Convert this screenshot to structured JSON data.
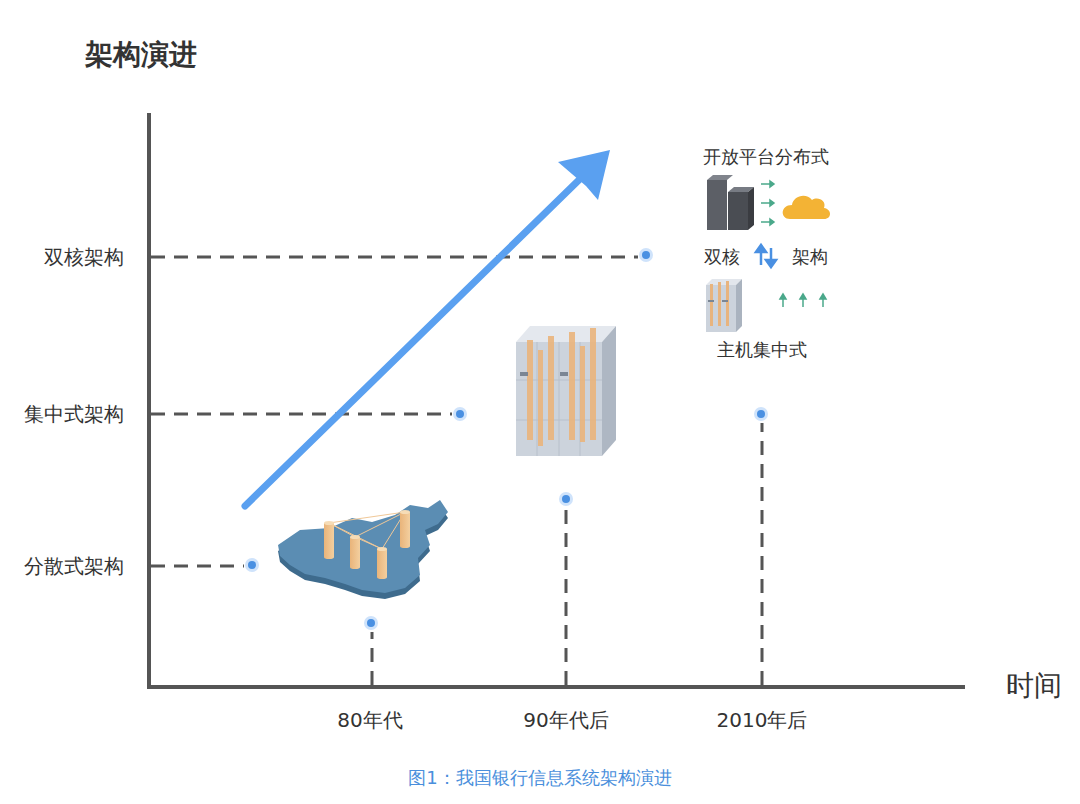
{
  "diagram": {
    "title": "架构演进",
    "caption": "图1：我国银行信息系统架构演进",
    "labels": [
      "双核架构",
      "集中式架构",
      "分散式架构",
      "80年代",
      "90年代后",
      "2010年后",
      "时间",
      "开放平台分布式",
      "双核",
      "架构",
      "主机集中式"
    ]
  }
}
